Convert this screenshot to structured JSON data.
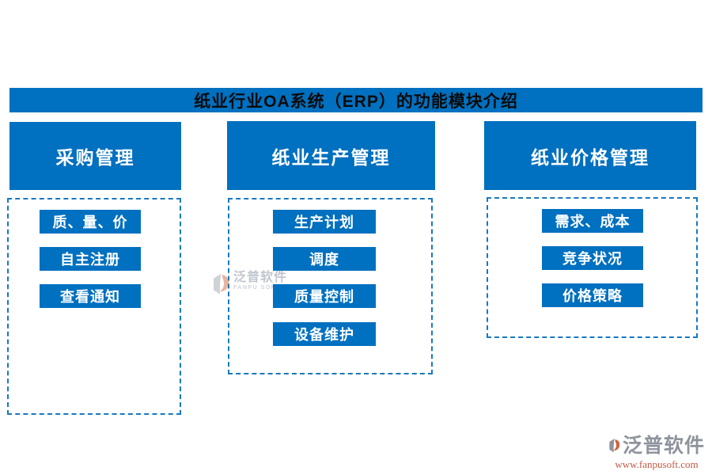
{
  "title": "纸业行业OA系统（ERP）的功能模块介绍",
  "colors": {
    "primary_blue": "#0070C0",
    "dashed_border": "#1779C1",
    "title_text": "#000000",
    "header_text": "#FFFFFF",
    "button_text": "#FFFFFF",
    "watermark_gray": "#B7BDC7",
    "logo_gray": "#8E939C",
    "logo_orange": "#D2603A",
    "logo_url_color": "#C35B42"
  },
  "columns": [
    {
      "header": "采购管理",
      "items": [
        "质、量、价",
        "自主注册",
        "查看通知"
      ]
    },
    {
      "header": "纸业生产管理",
      "items": [
        "生产计划",
        "调度",
        "质量控制",
        "设备维护"
      ]
    },
    {
      "header": "纸业价格管理",
      "items": [
        "需求、成本",
        "竞争状况",
        "价格策略"
      ]
    }
  ],
  "watermark": {
    "name": "泛普软件",
    "subtitle": "FANPU SOFTWARE"
  },
  "footer_logo": {
    "name": "泛普软件",
    "url": "www.fanpusoft.com"
  }
}
